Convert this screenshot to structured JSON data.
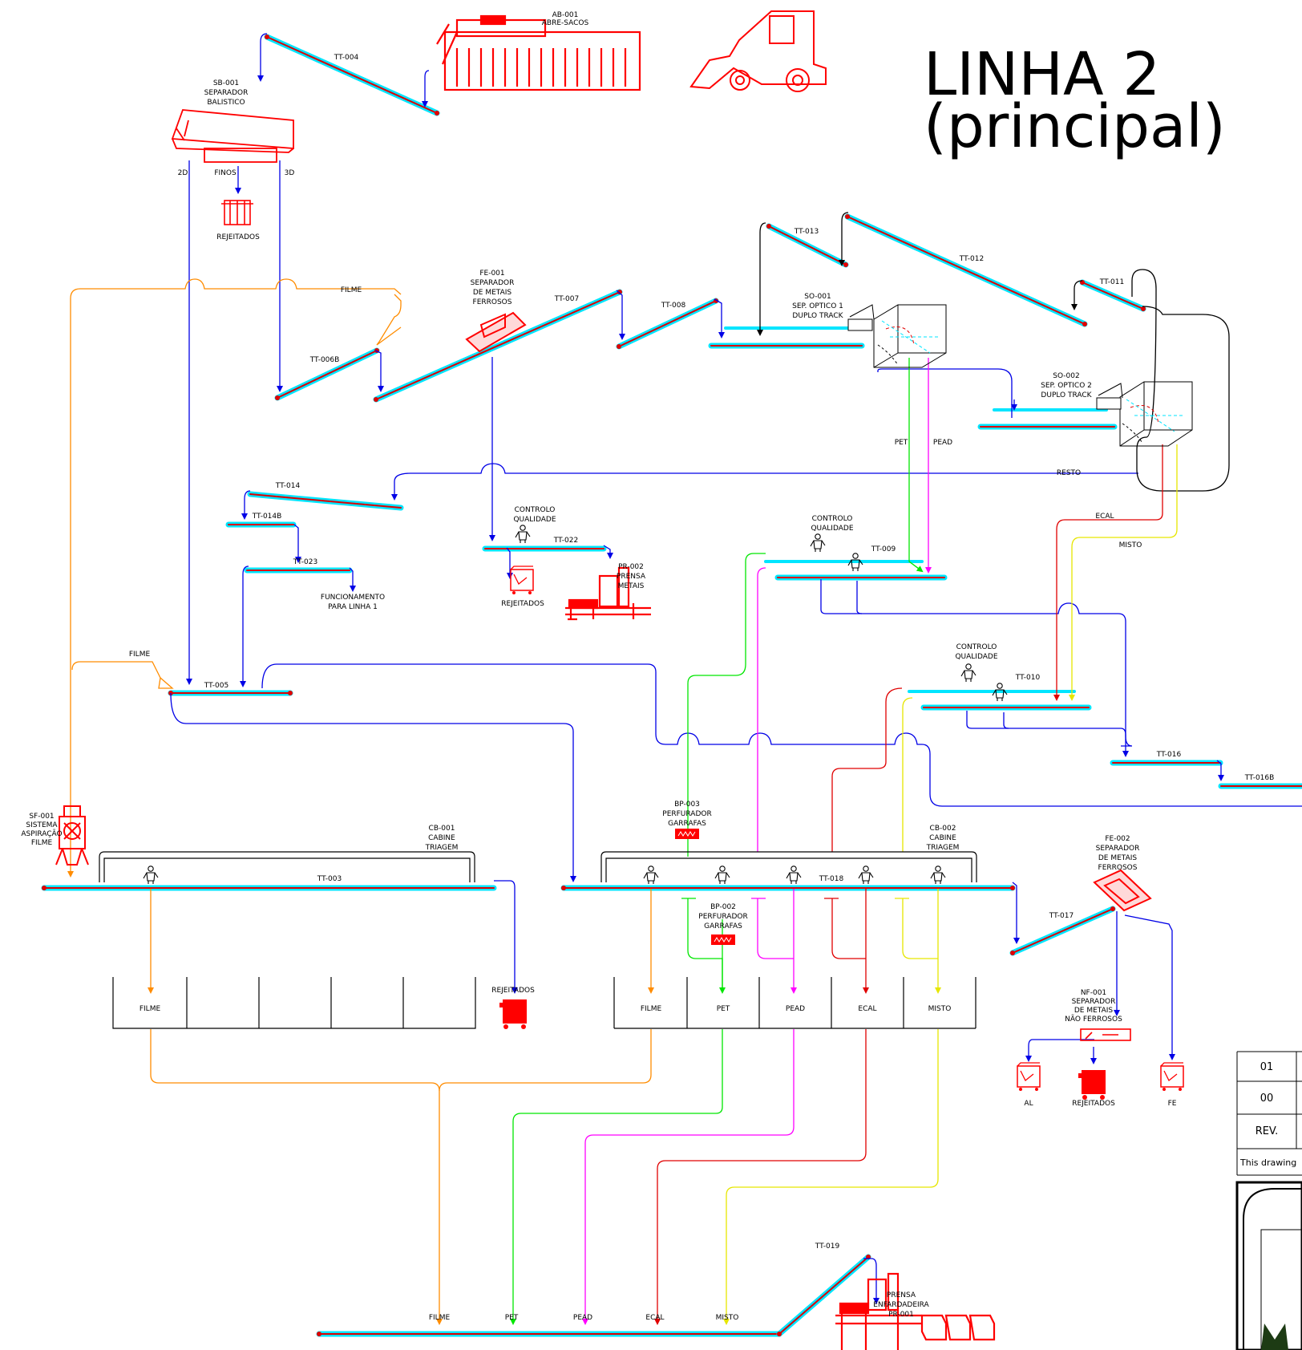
{
  "title": {
    "line1": "LINHA 2",
    "line2": "(principal)"
  },
  "colors": {
    "belt_outer": "#00e5ff",
    "belt_core": "#e00000",
    "flow_blue": "#0000e6",
    "filme": "#ff8c00",
    "pet": "#00e600",
    "pead": "#ff00ff",
    "ecal": "#e00000",
    "misto": "#e6e600",
    "equipment": "#ff0000"
  },
  "equipment": {
    "ab001": [
      "AB-001",
      "ABRE-SACOS"
    ],
    "sb001": [
      "SB-001",
      "SEPARADOR",
      "BALISTICO"
    ],
    "fe001": [
      "FE-001",
      "SEPARADOR",
      "DE METAIS",
      "FERROSOS"
    ],
    "so001": [
      "SO-001",
      "SEP. OPTICO 1",
      "DUPLO TRACK"
    ],
    "so002": [
      "SO-002",
      "SEP. OPTICO 2",
      "DUPLO TRACK"
    ],
    "pr002": [
      "PR-002",
      "PRENSA",
      "METAIS"
    ],
    "sf001": [
      "SF-001",
      "SISTEMA",
      "ASPIRAÇÃO",
      "FILME"
    ],
    "cb001": [
      "CB-001",
      "CABINE",
      "TRIAGEM"
    ],
    "cb002": [
      "CB-002",
      "CABINE",
      "TRIAGEM"
    ],
    "bp003": [
      "BP-003",
      "PERFURADOR",
      "GARRAFAS"
    ],
    "bp002": [
      "BP-002",
      "PERFURADOR",
      "GARRAFAS"
    ],
    "fe002": [
      "FE-002",
      "SEPARADOR",
      "DE METAIS",
      "FERROSOS"
    ],
    "nf001": [
      "NF-001",
      "SEPARADOR",
      "DE METAIS",
      "NÃO FERROSOS"
    ],
    "pr001": [
      "PRENSA",
      "ENFARDADEIRA",
      "PR-001"
    ],
    "cq1": [
      "CONTROLO",
      "QUALIDADE"
    ],
    "cq2": [
      "CONTROLO",
      "QUALIDADE"
    ],
    "cq3": [
      "CONTROLO",
      "QUALIDADE"
    ],
    "func": [
      "FUNCIONAMENTO",
      "PARA LINHA 1"
    ]
  },
  "conveyors": {
    "tt003": "TT-003",
    "tt004": "TT-004",
    "tt005": "TT-005",
    "tt006b": "TT-006B",
    "tt007": "TT-007",
    "tt008": "TT-008",
    "tt009": "TT-009",
    "tt010": "TT-010",
    "tt011": "TT-011",
    "tt012": "TT-012",
    "tt013": "TT-013",
    "tt014": "TT-014",
    "tt014b": "TT-014B",
    "tt016": "TT-016",
    "tt016b": "TT-016B",
    "tt017": "TT-017",
    "tt018": "TT-018",
    "tt019": "TT-019",
    "tt022": "TT-022",
    "tt023": "TT-023"
  },
  "flow_labels": {
    "d2": "2D",
    "finos": "FINOS",
    "d3": "3D",
    "rejeitados_top": "REJEITADOS",
    "filme_top": "FILME",
    "filme_mid": "FILME",
    "pet": "PET",
    "pead": "PEAD",
    "resto": "RESTO",
    "ecal": "ECAL",
    "misto": "MISTO",
    "rejeitados_cq": "REJEITADOS"
  },
  "bins_left": [
    "FILME",
    "",
    "",
    "",
    ""
  ],
  "bins_right": [
    "FILME",
    "PET",
    "PEAD",
    "ECAL",
    "MISTO"
  ],
  "rejeitados_cb": "REJEITADOS",
  "nf_outputs": [
    "AL",
    "REJEITADOS",
    "FE"
  ],
  "final_feeds": [
    "FILME",
    "PET",
    "PEAD",
    "ECAL",
    "MISTO"
  ],
  "revision_table": {
    "rows": [
      "01",
      "00",
      "REV."
    ],
    "note": "This drawing"
  }
}
